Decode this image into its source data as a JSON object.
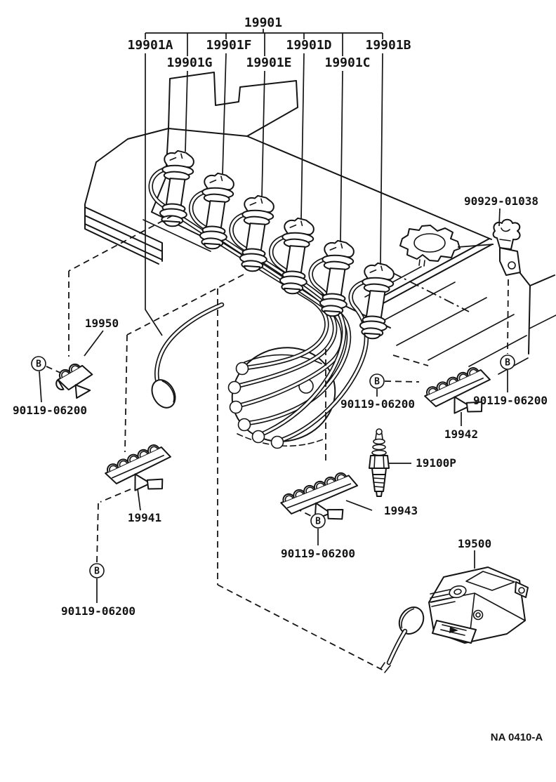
{
  "page": {
    "paper_color": "#ffffff",
    "ink_color": "#141414"
  },
  "labels": {
    "wire_set": "19901",
    "wire_a": "19901A",
    "wire_b": "19901B",
    "wire_c": "19901C",
    "wire_d": "19901D",
    "wire_e": "19901E",
    "wire_f": "19901F",
    "wire_g": "19901G",
    "gasket": "90929-01038",
    "clamp_front": "19950",
    "clamp_no1": "19941",
    "clamp_no2": "19942",
    "clamp_no3": "19943",
    "spark_plug": "19100P",
    "ignition_coil": "19500",
    "bolt": "90119-06200",
    "washer_marker": "B",
    "drawing_code": "NA 0410-A"
  }
}
